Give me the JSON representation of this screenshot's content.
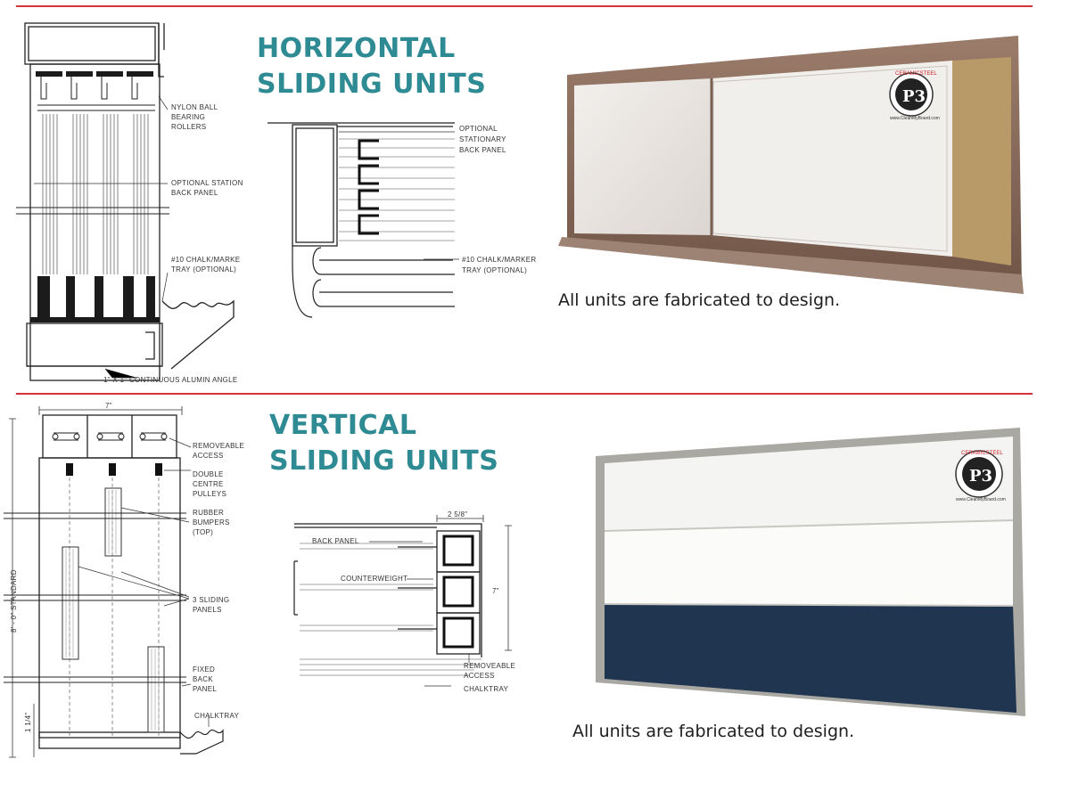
{
  "sections": {
    "horizontal": {
      "title_line1": "HORIZONTAL",
      "title_line2": "SLIDING UNITS",
      "caption": "All units are fabricated to design.",
      "callouts": {
        "rollers_1": "NYLON BALL",
        "rollers_2": "BEARING",
        "rollers_3": "ROLLERS",
        "back_panel_1": "OPTIONAL STATION",
        "back_panel_2": "BACK PANEL",
        "tray_1": "#10 CHALK/MARKE",
        "tray_2": "TRAY (OPTIONAL)",
        "angle": "1\" X 1\" CONTINUOUS ALUMIN ANGLE",
        "plan_back_1": "OPTIONAL",
        "plan_back_2": "STATIONARY",
        "plan_back_3": "BACK PANEL",
        "plan_tray_1": "#10 CHALK/MARKER",
        "plan_tray_2": "TRAY (OPTIONAL)"
      },
      "badge_text": "P3",
      "badge_ring": "CERAMICSTEEL",
      "badge_url": "www.CleanMyBoard.com",
      "colors": {
        "frame": "#8a6a5a",
        "board": "#eceae6",
        "cork": "#b89968"
      }
    },
    "vertical": {
      "title_line1": "VERTICAL",
      "title_line2": "SLIDING UNITS",
      "caption": "All units are fabricated to design.",
      "callouts": {
        "width_dim": "7\"",
        "height_dim": "8' - 0\" STANDARD",
        "bottom_dim": "1 1/4\"",
        "access_1": "REMOVEABLE",
        "access_2": "ACCESS",
        "pulleys_1": "DOUBLE",
        "pulleys_2": "CENTRE",
        "pulleys_3": "PULLEYS",
        "bumpers_1": "RUBBER",
        "bumpers_2": "BUMPERS",
        "bumpers_3": "(TOP)",
        "panels_1": "3 SLIDING",
        "panels_2": "PANELS",
        "fixed_1": "FIXED",
        "fixed_2": "BACK",
        "fixed_3": "PANEL",
        "chalktray": "CHALKTRAY",
        "plan_dim_top": "2 5/8\"",
        "plan_dim_side": "7\"",
        "plan_back": "BACK PANEL",
        "plan_counter": "COUNTERWEIGHT",
        "plan_access_1": "REMOVEABLE",
        "plan_access_2": "ACCESS",
        "plan_chalktray": "CHALKTRAY"
      },
      "badge_text": "P3",
      "badge_ring": "CERAMICSTEEL",
      "badge_url": "www.CleanMyBoard.com",
      "colors": {
        "frame": "#a8a6a0",
        "board": "#f4f4f2",
        "tack": "#1f3550"
      }
    }
  },
  "colors": {
    "rule": "#d6323a",
    "heading": "#2e8a93"
  }
}
